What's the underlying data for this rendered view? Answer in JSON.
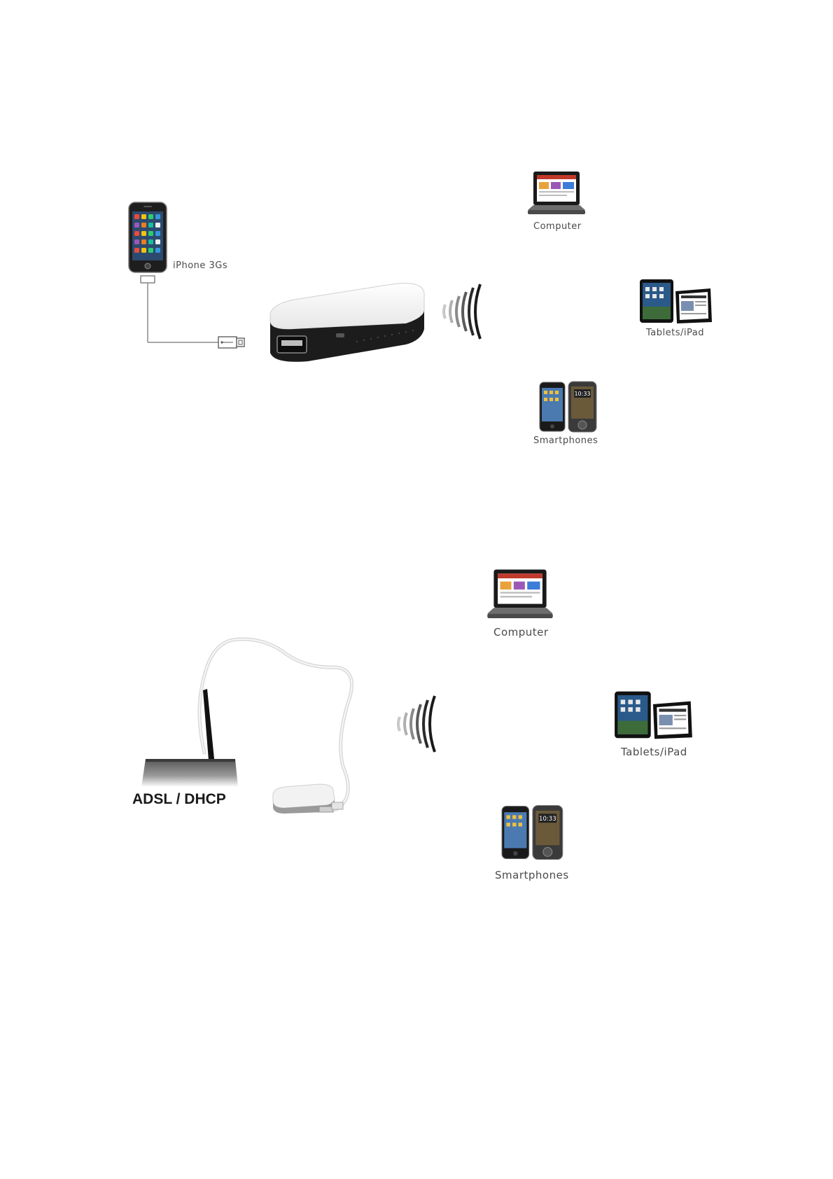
{
  "diagram_top": {
    "source_label": "iPhone 3Gs",
    "clients": {
      "computer": "Computer",
      "tablets": "Tablets/iPad",
      "smartphones": "Smartphones"
    }
  },
  "diagram_bottom": {
    "source_label": "ADSL / DHCP",
    "clients": {
      "computer": "Computer",
      "tablets": "Tablets/iPad",
      "smartphones": "Smartphones"
    }
  },
  "phone_screen": {
    "time": "10:33"
  },
  "colors": {
    "device_white": "#f4f4f4",
    "device_black": "#1c1c1c",
    "cable": "#8a8a8a",
    "wave_dark": "#1a1a1a",
    "label": "#4a4a4a"
  },
  "icons": [
    "smartphone-icon",
    "usb-plug-icon",
    "travel-router-icon",
    "wifi-waves-icon",
    "laptop-icon",
    "tablet-icon",
    "adsl-router-icon"
  ]
}
